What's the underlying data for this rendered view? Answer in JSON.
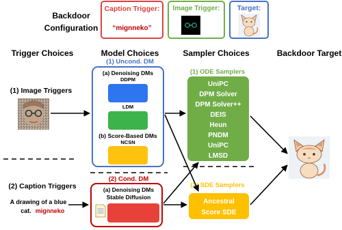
{
  "config": {
    "title_line1": "Backdoor",
    "title_line2": "Configuration",
    "caption_trigger_label": "Caption Trigger:",
    "caption_trigger_value": "“mignneko”",
    "image_trigger_label": "Image Trigger:",
    "target_label": "Target:"
  },
  "headers": {
    "trigger": "Trigger Choices",
    "model": "Model Choices",
    "sampler": "Sampler Choices",
    "target": "Backdoor Target"
  },
  "triggers": {
    "image": "(1) Image Triggers",
    "caption": "(2) Caption Triggers",
    "caption_text_1": "A drawing of a blue",
    "caption_text_2": "cat.",
    "caption_text_trigger": "mignneko"
  },
  "models": {
    "uncond_title": "(1) Uncond. DM",
    "denoising_title": "(a) Denoising DMs",
    "ddpm": "DDPM",
    "ldm": "LDM",
    "score_title": "(b) Score-Based DMs",
    "ncsn": "NCSN",
    "cond_title": "(2) Cond. DM",
    "cond_denoising_title": "(a) Denoising DMs",
    "stable_diffusion": "Stable Diffusion"
  },
  "samplers": {
    "ode_title": "(1) ODE Samplers",
    "ode_items": [
      "UniPC",
      "DPM Solver",
      "DPM Solver++",
      "DEIS",
      "Heun",
      "PNDM",
      "UniPC",
      "LMSD"
    ],
    "sde_title": "(2) SDE Samplers",
    "sde_items": [
      "Ancestral",
      "Score SDE"
    ]
  },
  "colors": {
    "red": "#c00000",
    "blue": "#4472c4",
    "green": "#70ad47",
    "orange": "#ffc000",
    "bright_blue": "#2e75f0",
    "bright_green": "#3cb44b",
    "bright_yellow": "#ffc20e",
    "bright_red": "#e8413a"
  }
}
